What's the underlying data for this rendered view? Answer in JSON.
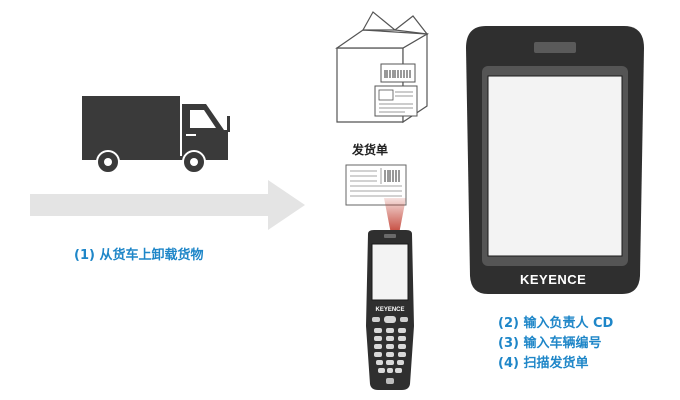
{
  "steps": {
    "unload": "(1) 从货车上卸载货物",
    "enter_cd": "(2) 输入负责人 CD",
    "enter_vehicle": "(3) 输入车辆编号",
    "scan_slip": "(4) 扫描发货单"
  },
  "document_label": "发货单",
  "brand": "KEYENCE",
  "colors": {
    "accent": "#1e86c8",
    "truck": "#3a3a3a",
    "arrow": "#e4e4e4",
    "device_body": "#2f2f2f",
    "screen": "#f3f3f3",
    "scan_beam": "#c0392b"
  },
  "icons": [
    "truck-icon",
    "arrow-right-icon",
    "box-icon",
    "delivery-slip-icon",
    "handheld-scanner-icon",
    "large-terminal-icon"
  ]
}
